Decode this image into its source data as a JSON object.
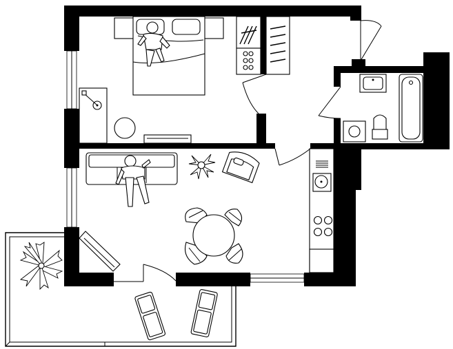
{
  "title": "",
  "colors": {
    "wall": "#000000",
    "background": "#ffffff",
    "line": "#000000"
  },
  "rooms": [
    {
      "id": "bedroom"
    },
    {
      "id": "wardrobe"
    },
    {
      "id": "hallway"
    },
    {
      "id": "bathroom"
    },
    {
      "id": "living-kitchen"
    },
    {
      "id": "balcony"
    }
  ],
  "furniture": [
    "double-bed",
    "nightstand",
    "person-lying",
    "record-player-desk",
    "round-ottoman",
    "bench",
    "wardrobe-hangers",
    "shoe-rack",
    "sofa",
    "person-on-sofa",
    "potted-plant",
    "armchair",
    "kitchen-counter",
    "sink",
    "stove",
    "round-dining-table",
    "dining-chairs",
    "wall-lamp",
    "bathtub",
    "toilet",
    "washbasin",
    "washing-machine",
    "palm-plant",
    "sun-lounger-left",
    "sun-lounger-right"
  ]
}
